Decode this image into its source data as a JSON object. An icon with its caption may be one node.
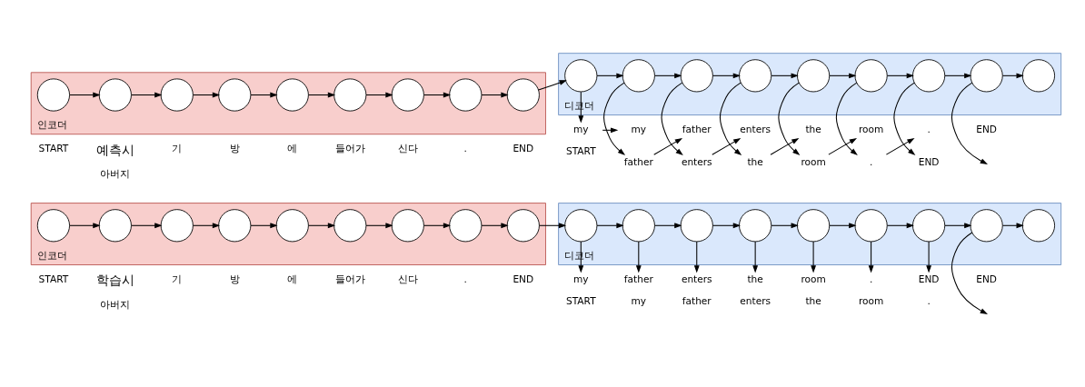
{
  "diagram": {
    "nodes": [
      {
        "text": [
          "인코더"
        ]
      },
      {
        "text": [],
        "shape": "circle",
        "in": 0
      },
      {
        "text": [],
        "shape": "circle",
        "in": 0
      },
      {
        "text": [],
        "shape": "circle",
        "in": 0
      },
      {
        "text": [],
        "shape": "circle",
        "in": 0
      },
      {
        "text": [],
        "shape": "circle",
        "in": 0
      },
      {
        "text": [],
        "shape": "circle",
        "in": 0
      },
      {
        "text": [],
        "shape": "circle",
        "in": 0
      },
      {
        "text": [],
        "shape": "circle",
        "in": 0
      },
      {
        "text": [],
        "shape": "circle",
        "in": 0
      },
      {
        "text": [
          "디코더"
        ]
      },
      {
        "text": [],
        "shape": "circle",
        "in": 10
      },
      {
        "text": [],
        "shape": "circle",
        "in": 10
      },
      {
        "text": [],
        "shape": "circle",
        "in": 10
      },
      {
        "text": [],
        "shape": "circle",
        "in": 10
      },
      {
        "text": [],
        "shape": "circle",
        "in": 10
      },
      {
        "text": [],
        "shape": "circle",
        "in": 10
      },
      {
        "text": [],
        "shape": "circle",
        "in": 10
      },
      {
        "text": [],
        "shape": "circle",
        "in": 10
      },
      {
        "text": [],
        "shape": "circle",
        "in": 10
      },
      {
        "text": [
          "my"
        ]
      },
      {
        "text": [
          "father"
        ]
      },
      {
        "text": [
          "enters"
        ]
      },
      {
        "text": [
          "the"
        ]
      },
      {
        "text": [
          "room"
        ]
      },
      {
        "text": [
          "."
        ]
      },
      {
        "text": [
          "END"
        ]
      },
      {
        "text": [
          "인코더"
        ]
      },
      {
        "text": [],
        "shape": "circle",
        "in": 27
      },
      {
        "text": [],
        "shape": "circle",
        "in": 27
      },
      {
        "text": [],
        "shape": "circle",
        "in": 27
      },
      {
        "text": [],
        "shape": "circle",
        "in": 27
      },
      {
        "text": [],
        "shape": "circle",
        "in": 27
      },
      {
        "text": [],
        "shape": "circle",
        "in": 27
      },
      {
        "text": [],
        "shape": "circle",
        "in": 27
      },
      {
        "text": [],
        "shape": "circle",
        "in": 27
      },
      {
        "text": [],
        "shape": "circle",
        "in": 27
      },
      {
        "text": [
          "디코더"
        ]
      },
      {
        "text": [],
        "shape": "circle",
        "in": 37
      },
      {
        "text": [],
        "shape": "circle",
        "in": 37
      },
      {
        "text": [],
        "shape": "circle",
        "in": 37
      },
      {
        "text": [],
        "shape": "circle",
        "in": 37
      },
      {
        "text": [],
        "shape": "circle",
        "in": 37
      },
      {
        "text": [],
        "shape": "circle",
        "in": 37
      },
      {
        "text": [],
        "shape": "circle",
        "in": 37
      },
      {
        "text": [],
        "shape": "circle",
        "in": 37
      },
      {
        "text": [],
        "shape": "circle",
        "in": 37
      },
      {
        "text": [
          "my"
        ]
      },
      {
        "text": [
          "father"
        ]
      },
      {
        "text": [
          "enters"
        ]
      },
      {
        "text": [
          "the"
        ]
      },
      {
        "text": [
          "room"
        ]
      },
      {
        "text": [
          "."
        ]
      },
      {
        "text": [
          "END"
        ]
      },
      {
        "text": [
          "my"
        ]
      },
      {
        "text": [
          "father"
        ]
      },
      {
        "text": [
          "enters"
        ]
      },
      {
        "text": [
          "the"
        ]
      },
      {
        "text": [
          "room"
        ]
      },
      {
        "text": [
          "."
        ]
      }
    ],
    "edges": [
      {
        "from": 1,
        "to": 2,
        "arrow": "to"
      },
      {
        "from": 2,
        "to": 3,
        "arrow": "to"
      },
      {
        "from": 3,
        "to": 4,
        "arrow": "to"
      },
      {
        "from": 4,
        "to": 5,
        "arrow": "to"
      },
      {
        "from": 5,
        "to": 6,
        "arrow": "to"
      },
      {
        "from": 6,
        "to": 7,
        "arrow": "to"
      },
      {
        "from": 7,
        "to": 8,
        "arrow": "to"
      },
      {
        "from": 8,
        "to": 9,
        "arrow": "to"
      },
      {
        "from": 9,
        "to": 11,
        "arrow": "to"
      },
      {
        "from": 11,
        "to": 12,
        "arrow": "to"
      },
      {
        "from": 12,
        "to": 13,
        "arrow": "to"
      },
      {
        "from": 13,
        "to": 14,
        "arrow": "to"
      },
      {
        "from": 14,
        "to": 15,
        "arrow": "to"
      },
      {
        "from": 15,
        "to": 16,
        "arrow": "to"
      },
      {
        "from": 16,
        "to": 17,
        "arrow": "to"
      },
      {
        "from": 17,
        "to": 18,
        "arrow": "to"
      },
      {
        "from": 18,
        "to": 19,
        "arrow": "to"
      },
      {
        "from": 11,
        "to": 20,
        "arrow": "to"
      },
      {
        "from": 12,
        "to": 21,
        "arrow": "to"
      },
      {
        "from": 13,
        "to": 22,
        "arrow": "to"
      },
      {
        "from": 14,
        "to": 23,
        "arrow": "to"
      },
      {
        "from": 15,
        "to": 24,
        "arrow": "to"
      },
      {
        "from": 16,
        "to": 25,
        "arrow": "to"
      },
      {
        "from": 17,
        "to": 26,
        "arrow": "to"
      },
      {
        "from": 18,
        "to": null,
        "arrow": "to"
      },
      {
        "from": 28,
        "to": 29,
        "arrow": "to"
      },
      {
        "from": 29,
        "to": 30,
        "arrow": "to"
      },
      {
        "from": 30,
        "to": 31,
        "arrow": "to"
      },
      {
        "from": 31,
        "to": 32,
        "arrow": "to"
      },
      {
        "from": 32,
        "to": 33,
        "arrow": "to"
      },
      {
        "from": 33,
        "to": 34,
        "arrow": "to"
      },
      {
        "from": 34,
        "to": 35,
        "arrow": "to"
      },
      {
        "from": 35,
        "to": 36,
        "arrow": "to"
      },
      {
        "from": 36,
        "to": 38,
        "arrow": "to"
      },
      {
        "from": 38,
        "to": 39,
        "arrow": "to"
      },
      {
        "from": 39,
        "to": 40,
        "arrow": "to"
      },
      {
        "from": 40,
        "to": 41,
        "arrow": "to"
      },
      {
        "from": 41,
        "to": 42,
        "arrow": "to"
      },
      {
        "from": 42,
        "to": 43,
        "arrow": "to"
      },
      {
        "from": 43,
        "to": 44,
        "arrow": "to"
      },
      {
        "from": 44,
        "to": 45,
        "arrow": "to"
      },
      {
        "from": 45,
        "to": 46,
        "arrow": "to"
      },
      {
        "from": 38,
        "to": 47,
        "arrow": "to"
      },
      {
        "from": 39,
        "to": 48,
        "arrow": "to"
      },
      {
        "from": 40,
        "to": 49,
        "arrow": "to"
      },
      {
        "from": 41,
        "to": 50,
        "arrow": "to"
      },
      {
        "from": 42,
        "to": 51,
        "arrow": "to"
      },
      {
        "from": 43,
        "to": 52,
        "arrow": "to"
      },
      {
        "from": 44,
        "to": 53,
        "arrow": "to"
      },
      {
        "from": 45,
        "to": null,
        "arrow": "to"
      },
      {
        "from": 47,
        "to": 54,
        "arrow": "to"
      },
      {
        "from": 48,
        "to": 55,
        "arrow": "to"
      },
      {
        "from": 49,
        "to": 56,
        "arrow": "to"
      },
      {
        "from": 50,
        "to": 57,
        "arrow": "to"
      },
      {
        "from": 51,
        "to": 58,
        "arrow": "to"
      },
      {
        "from": 52,
        "to": 59,
        "arrow": "to"
      }
    ],
    "labels": [
      "학습시",
      "START",
      "아버지",
      "기",
      "방",
      "에",
      "들어가",
      "신다",
      ".",
      "END",
      "START",
      "my",
      "father",
      "enters",
      "the",
      "room",
      ".",
      "END",
      "예측시",
      "START",
      "아버지",
      "기",
      "방",
      "에",
      "들어가",
      "신다",
      ".",
      "END",
      "START",
      "END"
    ]
  }
}
